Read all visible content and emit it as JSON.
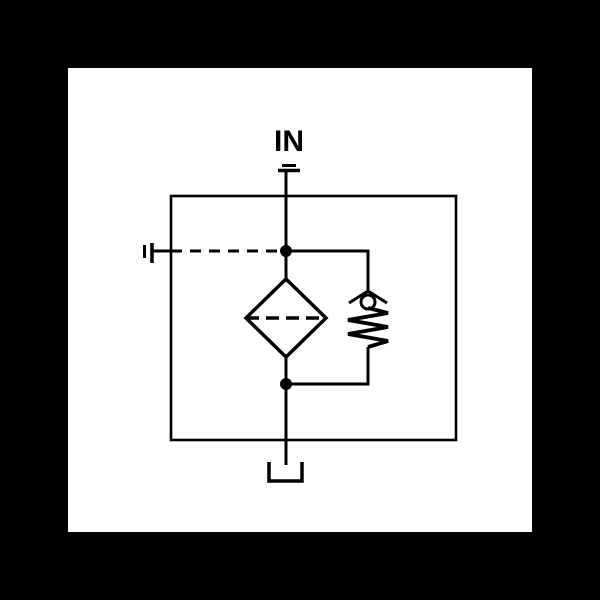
{
  "scene": {
    "background_color": "#000000",
    "canvas_color": "#ffffff",
    "line_color": "#000000"
  },
  "diagram": {
    "kind": "hydraulic-filter-with-bypass-schematic",
    "labels": {
      "inlet": "IN"
    },
    "symbols": [
      "inlet-port-icon",
      "envelope-box",
      "gauge-port-icon",
      "pilot-dashed-line",
      "filter-element-icon",
      "check-valve-ball-icon",
      "spring-icon",
      "junction-dot",
      "tank-icon"
    ]
  }
}
